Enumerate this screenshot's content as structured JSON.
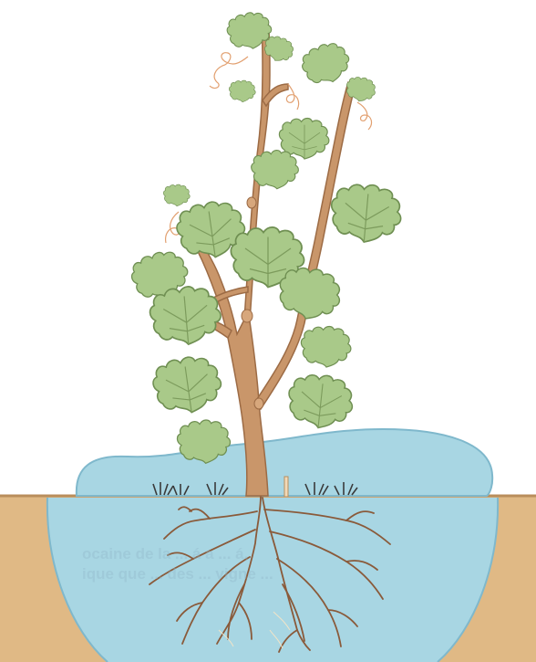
{
  "image": {
    "subject": "grapevine plant with roots in soil",
    "colors": {
      "background": "#ffffff",
      "soil": "#e0b985",
      "soil_edge": "#b98e5c",
      "water": "#a8d6e3",
      "water_edge": "#7fb8cc",
      "stem": "#c9966a",
      "stem_edge": "#9c6b45",
      "leaf": "#a9c989",
      "leaf_edge": "#6f8f52",
      "root": "#8a5a3a",
      "tendril": "#e2a070"
    }
  },
  "bleed_through": {
    "lines": [
      "ocaine de la ... á a ... á,",
      "ique que ... des ... vigne ..."
    ]
  }
}
